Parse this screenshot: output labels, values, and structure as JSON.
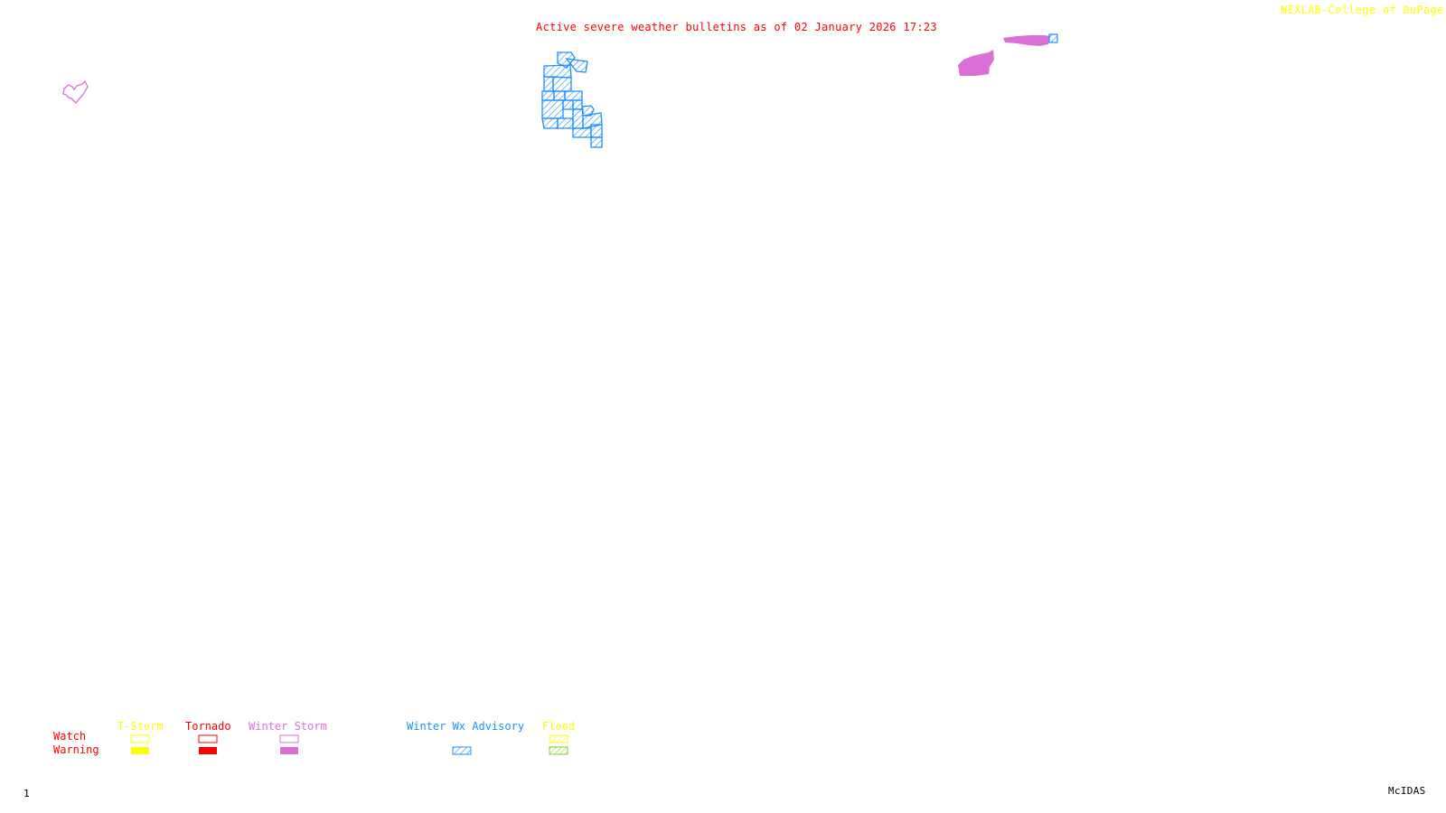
{
  "header": {
    "title": "Active severe weather bulletins as of 02 January 2026 17:23",
    "credit": "NEXLAB-College of DuPage"
  },
  "legend": {
    "row_labels": {
      "watch": "Watch",
      "warning": "Warning"
    },
    "categories": [
      {
        "label": "T-Storm",
        "color": "#ffff00",
        "watch": "outline",
        "warning": "filled"
      },
      {
        "label": "Tornado",
        "color": "#ff0000",
        "watch": "outline",
        "warning": "filled"
      },
      {
        "label": "Winter Storm",
        "color": "#da70d6",
        "watch": "outline",
        "warning": "filled"
      },
      {
        "label": "Winter Wx Advisory",
        "color": "#1e90ff",
        "watch": "none",
        "warning": "hatched"
      },
      {
        "label": "Flood",
        "color": "#ffff00",
        "warning_color": "#7fd320",
        "watch": "hatched",
        "warning": "hatched"
      }
    ]
  },
  "map": {
    "areas": [
      {
        "type": "Winter Storm Watch",
        "region": "west outline",
        "color": "#da70d6",
        "style": "outline"
      },
      {
        "type": "Winter Wx Advisory",
        "region": "central cluster",
        "color": "#1e90ff",
        "style": "hatched"
      },
      {
        "type": "Winter Storm Warning",
        "region": "northeast",
        "color": "#da70d6",
        "style": "filled"
      },
      {
        "type": "Winter Wx Advisory",
        "region": "northeast small",
        "color": "#1e90ff",
        "style": "hatched"
      }
    ]
  },
  "footer": {
    "frame_number": "1",
    "software": "McIDAS"
  }
}
